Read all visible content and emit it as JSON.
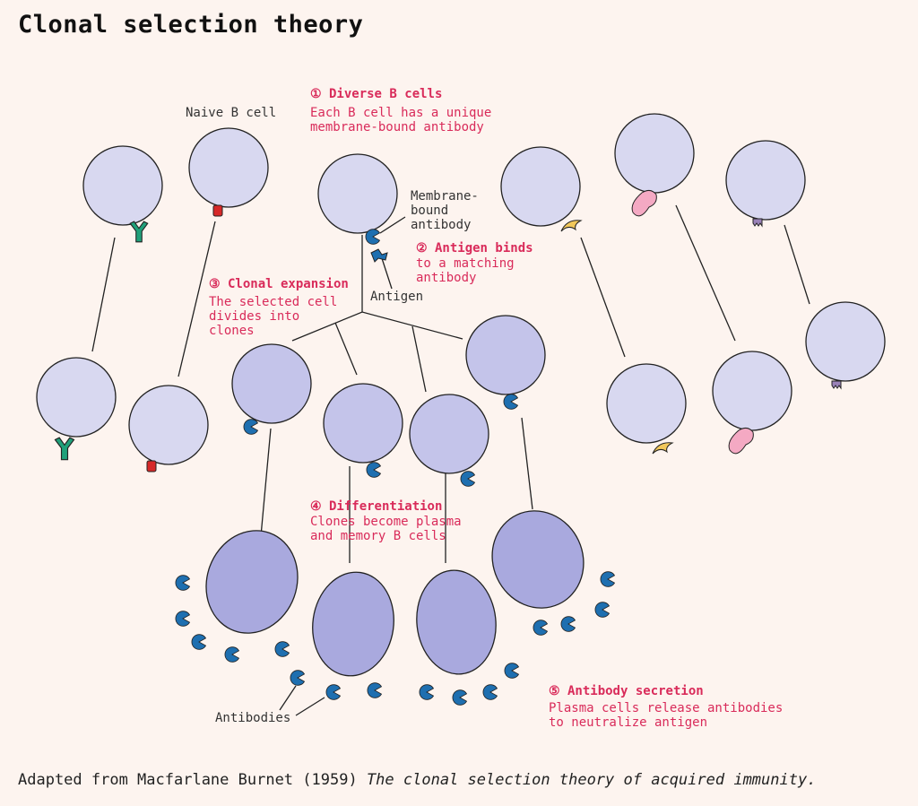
{
  "title": "Clonal selection theory",
  "caption": {
    "prefix": "Adapted from Macfarlane Burnet (1959) ",
    "work": "The clonal selection theory of acquired immunity."
  },
  "labels": {
    "naive": "Naive B cell",
    "membrane": [
      "Membrane-",
      "bound",
      "antibody"
    ],
    "antigen": "Antigen",
    "antibodies": "Antibodies"
  },
  "steps": [
    {
      "heading": "① Diverse B cells",
      "text": [
        "Each B cell has a unique",
        "membrane-bound antibody"
      ]
    },
    {
      "heading": "② Antigen binds",
      "text": [
        "to a matching",
        "antibody"
      ]
    },
    {
      "heading": "③ Clonal expansion",
      "text": [
        "The selected cell",
        "divides into",
        "clones"
      ]
    },
    {
      "heading": "④ Differentiation",
      "text": [
        "Clones become plasma",
        "and memory B cells"
      ]
    },
    {
      "heading": "⑤ Antibody secretion",
      "text": [
        "Plasma cells release antibodies",
        "to neutralize antigen"
      ]
    }
  ],
  "colors": {
    "background": "#fdf4ef",
    "naive_cell": "#d8d8f0",
    "clone_cell": "#c4c4ea",
    "plasma_cell": "#a9a9de",
    "accent": "#d92b5a",
    "receptor_green": "#1fa07a",
    "receptor_red": "#d62828",
    "receptor_blue": "#1e6fb0",
    "receptor_yellow": "#f2c85b",
    "receptor_pink": "#f4a9c3",
    "receptor_purple": "#9a82b8"
  }
}
